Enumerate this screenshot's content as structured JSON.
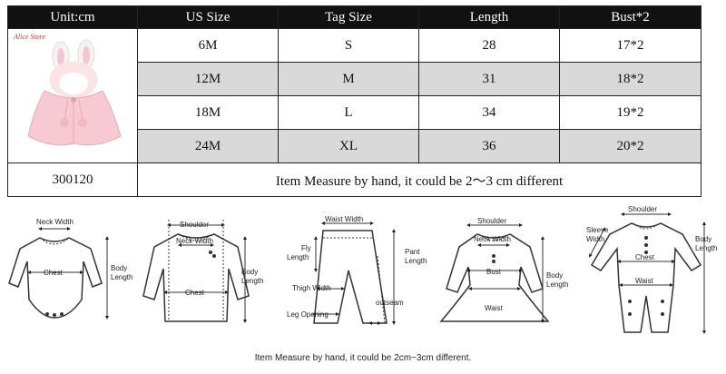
{
  "table": {
    "headers": [
      "Unit:cm",
      "US Size",
      "Tag Size",
      "Length",
      "Bust*2"
    ],
    "rows": [
      {
        "us": "6M",
        "tag": "S",
        "length": "28",
        "bust": "17*2"
      },
      {
        "us": "12M",
        "tag": "M",
        "length": "31",
        "bust": "18*2"
      },
      {
        "us": "18M",
        "tag": "L",
        "length": "34",
        "bust": "19*2"
      },
      {
        "us": "24M",
        "tag": "XL",
        "length": "36",
        "bust": "20*2"
      }
    ],
    "footer_code": "300120",
    "footer_note": "Item Measure by hand, it could be 2～3 cm different",
    "brand": "Alice Store"
  },
  "diagrams": {
    "bodysuit": {
      "neck": "Neck Width",
      "chest": "Chest",
      "body": "Body",
      "length": "Length"
    },
    "shirt": {
      "shoulder": "Shoulder",
      "neck": "Neck Width",
      "chest": "Chest",
      "body": "Body",
      "length": "Length"
    },
    "pants": {
      "waist": "Waist Width",
      "fly": "Fly",
      "fly_length": "Length",
      "pant": "Pant",
      "pant_length": "Length",
      "thigh": "Thigh Width",
      "outseam": "outseam",
      "leg": "Leg Opening"
    },
    "dress": {
      "shoulder": "Shoulder",
      "neck": "Neck Width",
      "bust": "Bust",
      "waist": "Waist",
      "body": "Body",
      "length": "Length"
    },
    "romper": {
      "shoulder": "Shoulder",
      "sleeve": "Sleeve",
      "width": "Width",
      "chest": "Chest",
      "waist": "Waist",
      "body": "Body",
      "length": "Length"
    }
  },
  "bottom_note": "Item Measure by hand, it could be 2cm~3cm different."
}
